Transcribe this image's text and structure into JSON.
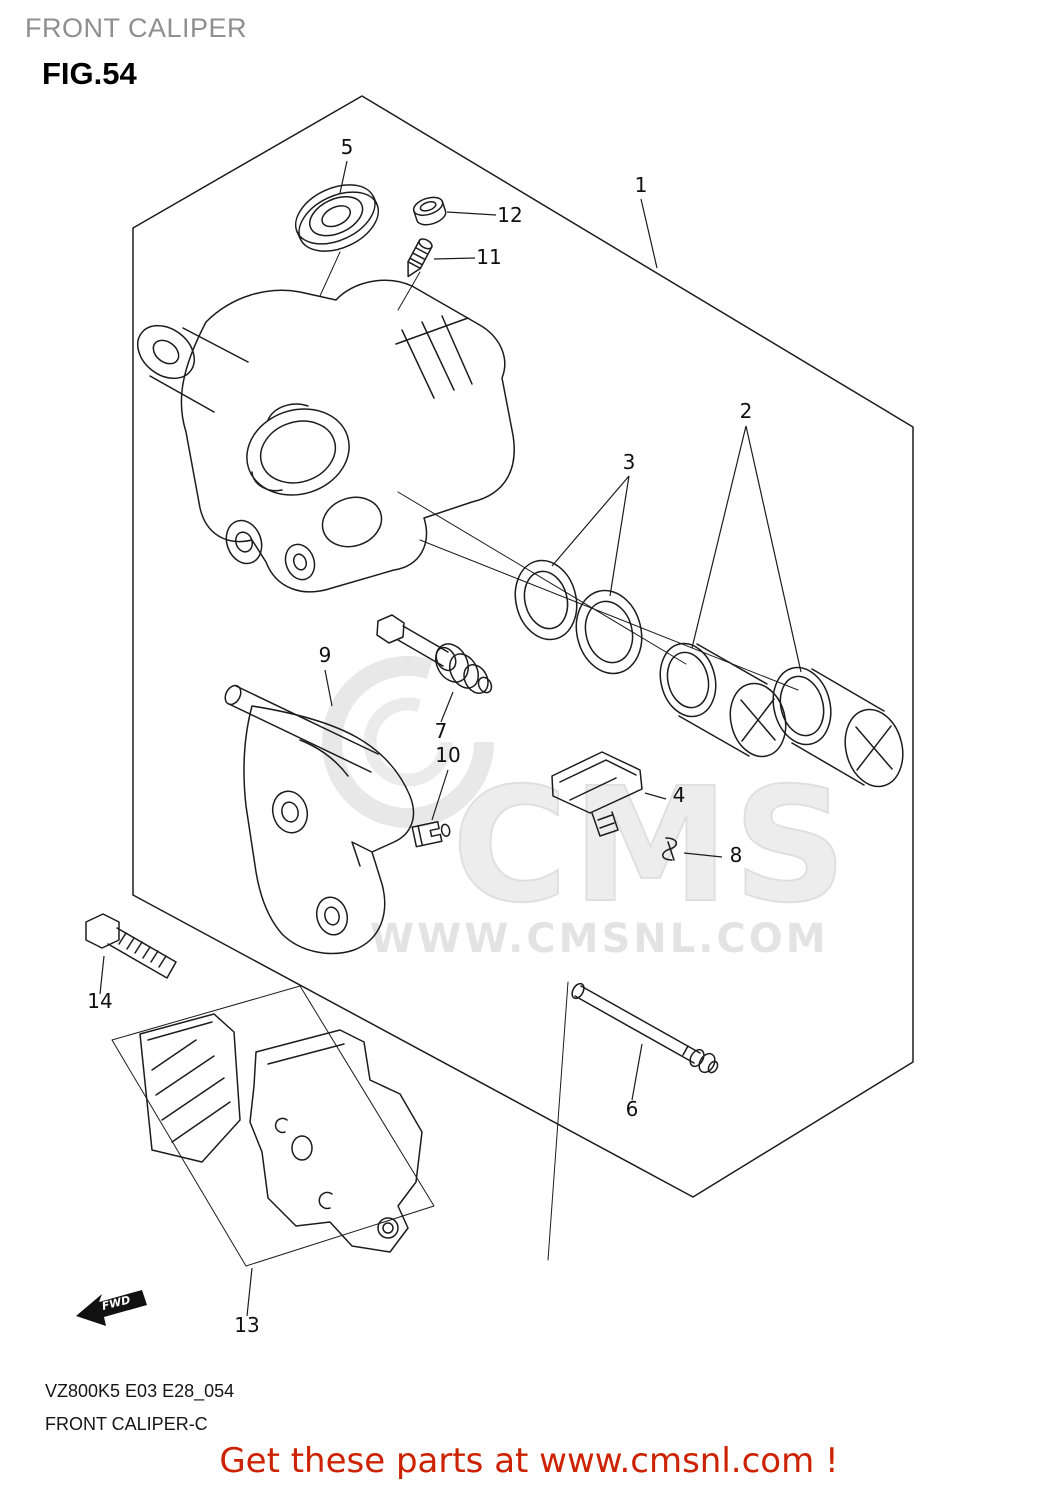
{
  "page": {
    "title": "FRONT CALIPER",
    "figure_label": "FIG.54",
    "model_code": "VZ800K5 E03 E28_054",
    "diagram_name": "FRONT CALIPER-C",
    "promo_text": "Get these parts at www.cmsnl.com !",
    "fwd_label": "FWD",
    "colors": {
      "promo_red": "#cc2200",
      "header_gray": "#8f8f8f",
      "line_black": "#1c1c1c",
      "watermark_gray": "#d7d7d7"
    }
  },
  "watermark": {
    "logo_text": "CMS",
    "url_text": "WWW.CMSNL.COM"
  },
  "diagram": {
    "description": "Exploded parts view of a motorcycle front brake caliper with numbered callouts",
    "part_labels": [
      {
        "num": "1"
      },
      {
        "num": "2"
      },
      {
        "num": "3"
      },
      {
        "num": "4"
      },
      {
        "num": "5"
      },
      {
        "num": "6"
      },
      {
        "num": "7"
      },
      {
        "num": "8"
      },
      {
        "num": "9"
      },
      {
        "num": "10"
      },
      {
        "num": "11"
      },
      {
        "num": "12"
      },
      {
        "num": "13"
      },
      {
        "num": "14"
      }
    ]
  }
}
